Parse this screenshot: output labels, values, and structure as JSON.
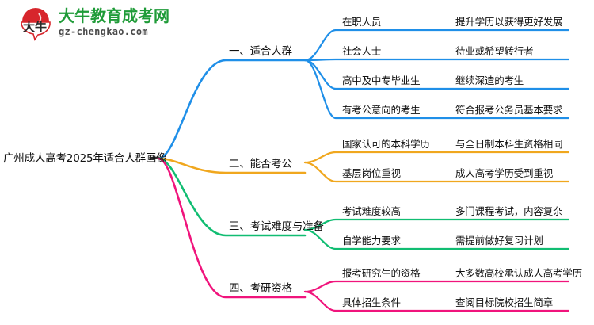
{
  "logo": {
    "mark_text": "大牛",
    "title": "大牛教育成考网",
    "subtitle": "gz-chengkao.com",
    "title_color": "#1f9b38",
    "mark_color": "#d7262c"
  },
  "mindmap": {
    "root": {
      "label": "广州成人高考2025年适合人群画像"
    },
    "branches": [
      {
        "label": "一、适合人群",
        "color": "#1f8fe8",
        "children": [
          {
            "label": "在职人员",
            "desc": "提升学历以获得更好发展"
          },
          {
            "label": "社会人士",
            "desc": "待业或希望转行者"
          },
          {
            "label": "高中及中专毕业生",
            "desc": "继续深造的考生"
          },
          {
            "label": "有考公意向的考生",
            "desc": "符合报考公务员基本要求"
          }
        ]
      },
      {
        "label": "二、能否考公",
        "color": "#f0a71e",
        "children": [
          {
            "label": "国家认可的本科学历",
            "desc": "与全日制本科生资格相同"
          },
          {
            "label": "基层岗位重视",
            "desc": "成人高考学历受到重视"
          }
        ]
      },
      {
        "label": "三、考试难度与准备",
        "color": "#11bd72",
        "children": [
          {
            "label": "考试难度较高",
            "desc": "多门课程考试，内容复杂"
          },
          {
            "label": "自学能力要求",
            "desc": "需提前做好复习计划"
          }
        ]
      },
      {
        "label": "四、考研资格",
        "color": "#f0147c",
        "children": [
          {
            "label": "报考研究生的资格",
            "desc": "大多数高校承认成人高考学历"
          },
          {
            "label": "具体招生条件",
            "desc": "查阅目标院校招生简章"
          }
        ]
      }
    ]
  }
}
